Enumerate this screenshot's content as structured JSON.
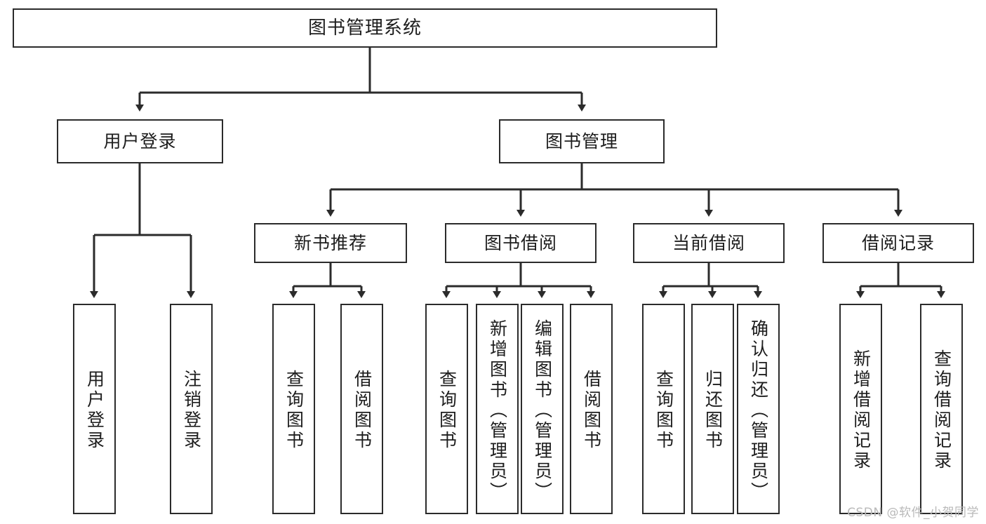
{
  "diagram": {
    "type": "tree-hierarchy",
    "title": "图书管理系统",
    "orientation": "top-down",
    "colors": {
      "box_border": "#2b2b2b",
      "box_fill": "#ffffff",
      "edge": "#2b2b2b",
      "text": "#1d1d1d",
      "watermark": "#b9b9b9",
      "background": "#ffffff"
    },
    "watermark": "CSDN @软件_小贺同学",
    "nodes": {
      "root": {
        "label": "图书管理系统"
      },
      "level2": [
        {
          "label": "用户登录"
        },
        {
          "label": "图书管理"
        }
      ],
      "level3": [
        {
          "label": "新书推荐"
        },
        {
          "label": "图书借阅"
        },
        {
          "label": "当前借阅"
        },
        {
          "label": "借阅记录"
        }
      ],
      "leaves": {
        "user_login": [
          {
            "label": "用户登录"
          },
          {
            "label": "注销登录"
          }
        ],
        "new_book_recommend": [
          {
            "label": "查询图书"
          },
          {
            "label": "借阅图书"
          }
        ],
        "book_borrow": [
          {
            "label": "查询图书"
          },
          {
            "label": "新增图书（管理员）"
          },
          {
            "label": "编辑图书（管理员）"
          },
          {
            "label": "借阅图书"
          }
        ],
        "current_borrow": [
          {
            "label": "查询图书"
          },
          {
            "label": "归还图书"
          },
          {
            "label": "确认归还（管理员）"
          }
        ],
        "borrow_record": [
          {
            "label": "新增借阅记录"
          },
          {
            "label": "查询借阅记录"
          }
        ]
      }
    }
  }
}
